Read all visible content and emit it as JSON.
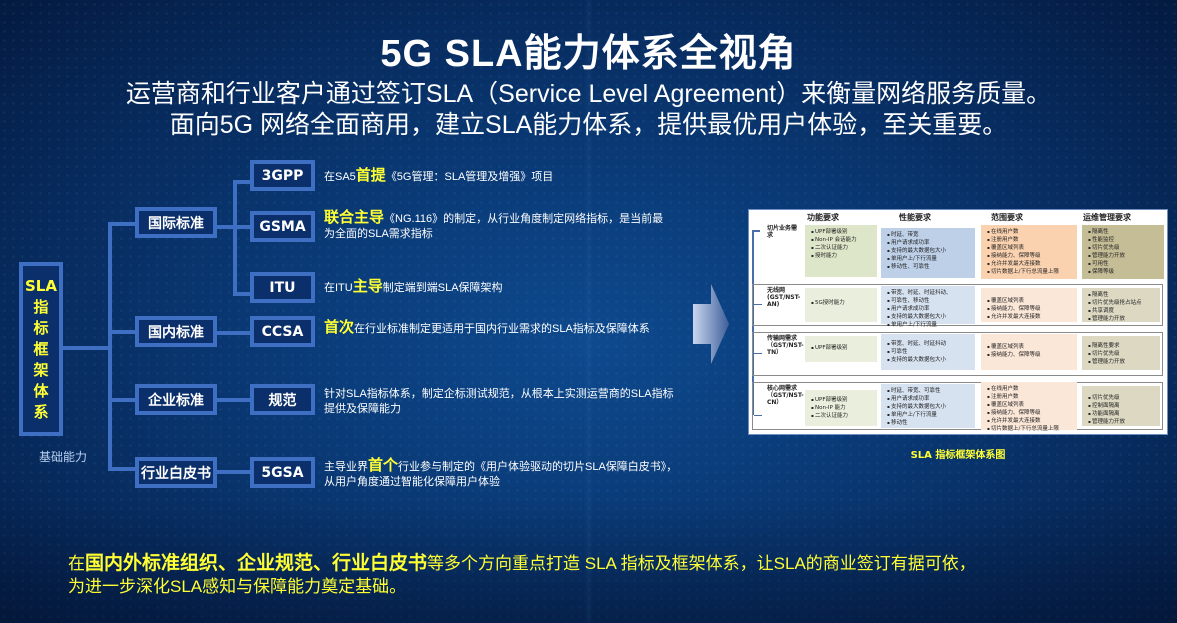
{
  "title": "5G SLA能力体系全视角",
  "subtitle": {
    "line1": "运营商和行业客户通过签订SLA（Service Level Agreement）来衡量网络服务质量。",
    "line2": "面向5G 网络全面商用，建立SLA能力体系，提供最优用户体验，至关重要。"
  },
  "tree": {
    "root": [
      "SLA",
      "指",
      "标",
      "框",
      "架",
      "体",
      "系"
    ],
    "base_label": "基础能力",
    "categories": [
      {
        "label": "国际标准"
      },
      {
        "label": "国内标准"
      },
      {
        "label": "企业标准"
      },
      {
        "label": "行业白皮书"
      }
    ],
    "orgs": [
      {
        "label": "3GPP",
        "desc_pre": "在SA5",
        "desc_hl": "首提",
        "desc_post": "《5G管理：SLA管理及增强》项目"
      },
      {
        "label": "GSMA",
        "desc_pre": "",
        "desc_hl": "联合主导",
        "desc_post": "《NG.116》的制定，从行业角度制定网络指标，是当前最为全面的SLA需求指标"
      },
      {
        "label": "ITU",
        "desc_pre": "在ITU",
        "desc_hl": "主导",
        "desc_post": "制定端到端SLA保障架构"
      },
      {
        "label": "CCSA",
        "desc_pre": "",
        "desc_hl": "首次",
        "desc_post": "在行业标准制定更适用于国内行业需求的SLA指标及保障体系"
      },
      {
        "label": "规范",
        "desc_pre": "针对SLA指标体系，制定企标测试规范，从根本上实测运营商的SLA指标提供及保障能力",
        "desc_hl": "",
        "desc_post": ""
      },
      {
        "label": "5GSA",
        "desc_pre": "主导业界",
        "desc_hl": "首个",
        "desc_post": "行业参与制定的《用户体验驱动的切片SLA保障白皮书》，从用户角度通过智能化保障用户体验"
      }
    ]
  },
  "framework": {
    "caption": "SLA 指标框架体系图",
    "columns": [
      "功能要求",
      "性能要求",
      "范围要求",
      "运维管理要求"
    ],
    "rows": [
      {
        "label": "切片业务需求",
        "func": [
          "UPF部署级别",
          "Non-IP 会话能力",
          "二次认证能力",
          "授时能力"
        ],
        "perf": [
          "时延、带宽",
          "用户请求成功率",
          "支持的最大数据包大小",
          "单用户上/下行流量",
          "移动性、可靠性"
        ],
        "scope": [
          "在线用户数",
          "注册用户数",
          "覆盖区域列表",
          "接纳能力、保障等级",
          "允许并发最大连接数",
          "切片数据上/下行总流量上限"
        ],
        "ops": [
          "隔离性",
          "性能监控",
          "切片优先级",
          "管理能力开放",
          "可用性",
          "保障等级"
        ]
      },
      {
        "label": "无线网 (GST/NST-AN)",
        "func": [
          "5G授时能力"
        ],
        "perf": [
          "带宽、时延、时延抖动、",
          "可靠性、移动性",
          "用户请求成功率",
          "支持的最大数据包大小",
          "单用户上/下行流量"
        ],
        "scope": [
          "覆盖区域列表",
          "接纳能力、保障等级",
          "允许并发最大连接数"
        ],
        "ops": [
          "隔离性",
          "切片优先级抢占站点",
          "共享调度",
          "管理能力开放"
        ]
      },
      {
        "label": "传输网需求（GST/NST-TN）",
        "func": [
          "UPF部署级别"
        ],
        "perf": [
          "带宽、时延、时延抖动",
          "可靠性",
          "支持的最大数据包大小"
        ],
        "scope": [
          "覆盖区域列表",
          "接纳能力、保障等级"
        ],
        "ops": [
          "隔离性要求",
          "切片优先级",
          "管理能力开放"
        ]
      },
      {
        "label": "核心网需求（GST/NST-CN）",
        "func": [
          "UPF部署级别",
          "Non-IP 能力",
          "二次认证能力"
        ],
        "perf": [
          "时延、带宽、可靠性",
          "用户请求成功率",
          "支持的最大数据包大小",
          "单用户上/下行流量",
          "移动性"
        ],
        "scope": [
          "在线用户数",
          "注册用户数",
          "覆盖区域列表",
          "接纳能力、保障等级",
          "允许并发最大连接数",
          "切片数据上/下行总流量上限"
        ],
        "ops": [
          "切片优先级",
          "控制面隔离",
          "功能面隔离",
          "管理能力开放"
        ]
      }
    ]
  },
  "bottom": {
    "pre": "在",
    "bold": "国内外标准组织、企业规范、行业白皮书",
    "post": "等多个方向重点打造 SLA 指标及框架体系，让SLA的商业签订有据可依，",
    "line2": "为进一步深化SLA感知与保障能力奠定基础。"
  },
  "colors": {
    "accent_yellow": "#ffff33",
    "box_border": "#3f6fc2",
    "background": "#0a3b78"
  }
}
